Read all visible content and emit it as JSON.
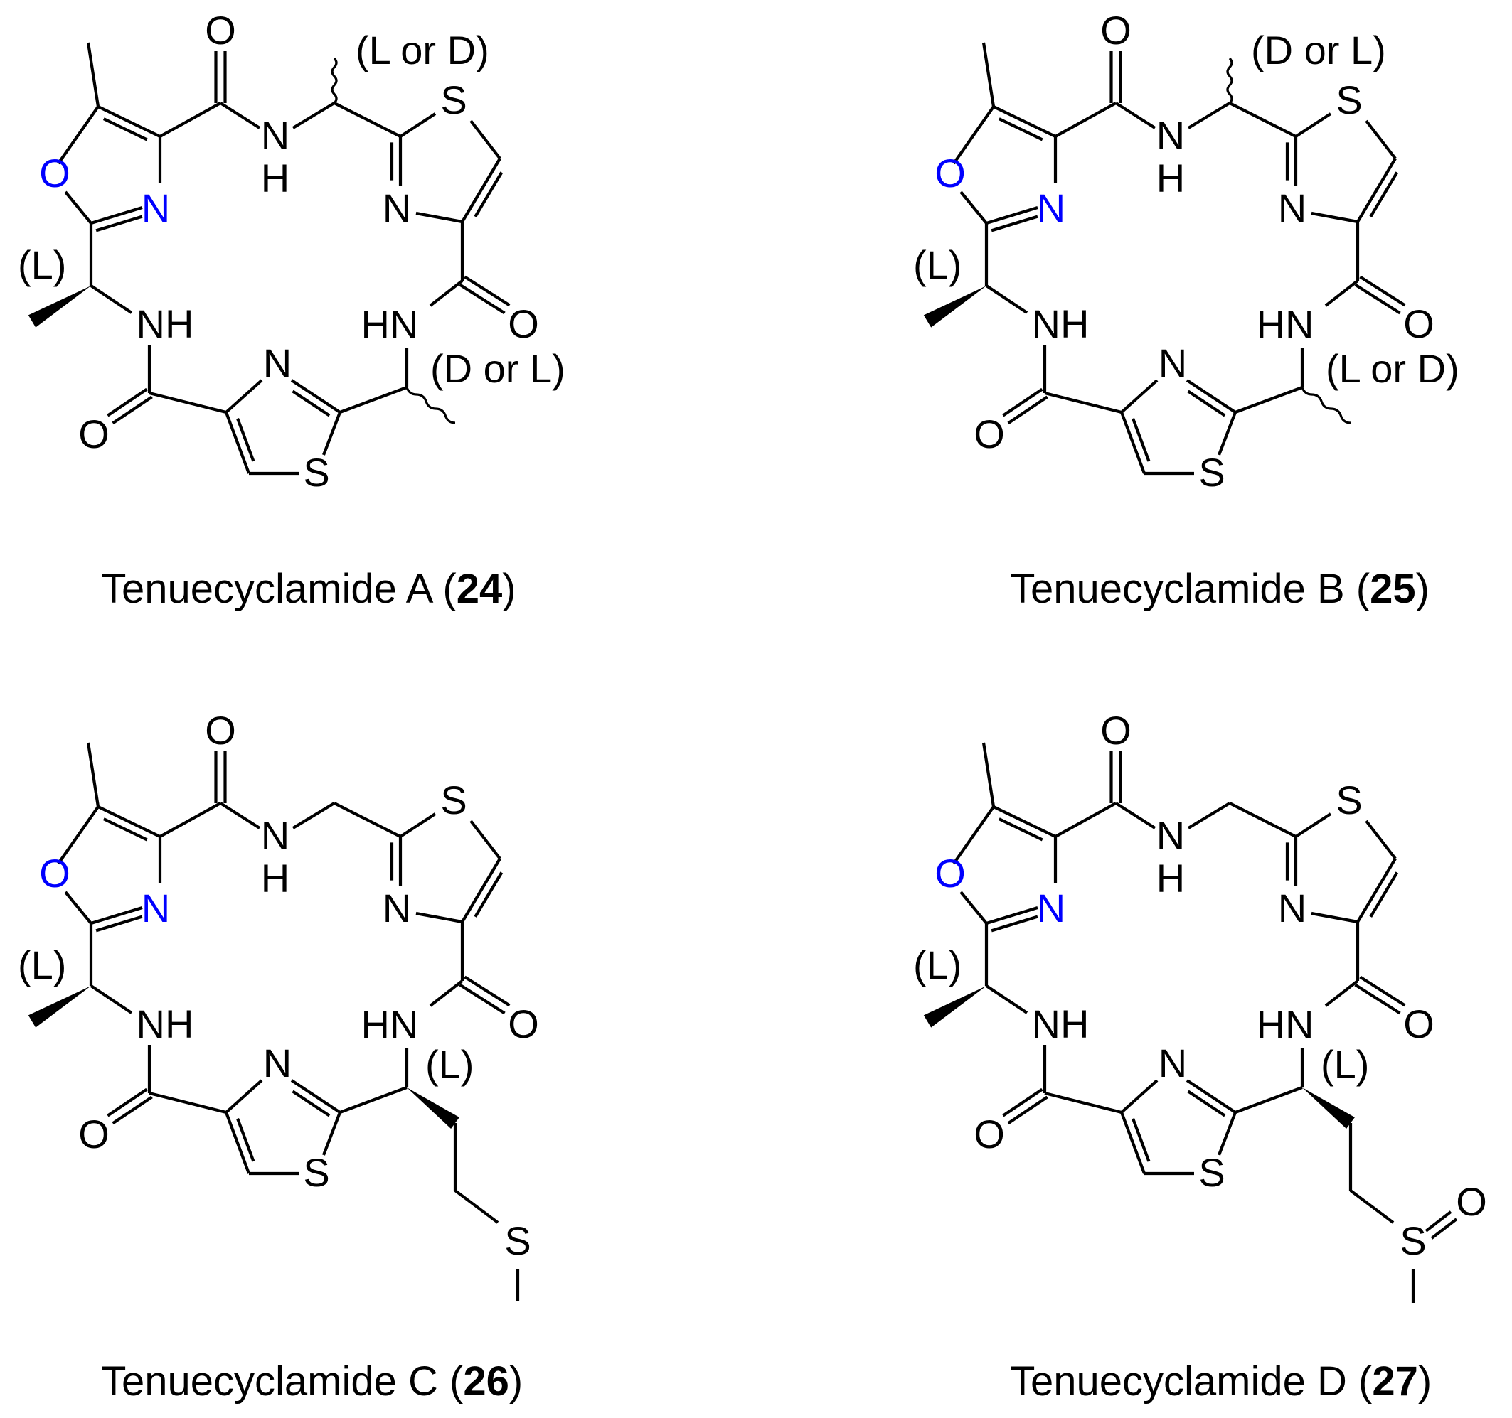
{
  "molecules": [
    {
      "id": "A",
      "caption": {
        "name": "Tenuecyclamide A",
        "open": " (",
        "number": "24",
        "close": ")"
      },
      "stereo": {
        "s1": "(L or D)",
        "s2": "(D or L)",
        "s3": "(L)"
      },
      "variant": "AB"
    },
    {
      "id": "B",
      "caption": {
        "name": "Tenuecyclamide B",
        "open": " (",
        "number": "25",
        "close": ")"
      },
      "stereo": {
        "s1": "(D or L)",
        "s2": "(L or D)",
        "s3": "(L)"
      },
      "variant": "AB"
    },
    {
      "id": "C",
      "caption": {
        "name": "Tenuecyclamide C",
        "open": " (",
        "number": "26",
        "close": ")"
      },
      "stereo": {
        "s2": "(L)",
        "s3": "(L)"
      },
      "variant": "C"
    },
    {
      "id": "D",
      "caption": {
        "name": "Tenuecyclamide D",
        "open": " (",
        "number": "27",
        "close": ")"
      },
      "stereo": {
        "s2": "(L)",
        "s3": "(L)"
      },
      "variant": "D"
    }
  ],
  "atoms": {
    "oxazole_O": "O",
    "oxazole_N": "N",
    "carbonyl_O": "O",
    "N": "N",
    "H": "H",
    "S": "S",
    "NH": "NH",
    "HN": "HN"
  },
  "colors": {
    "oxazole": "#0000ff",
    "bond": "#000000"
  }
}
